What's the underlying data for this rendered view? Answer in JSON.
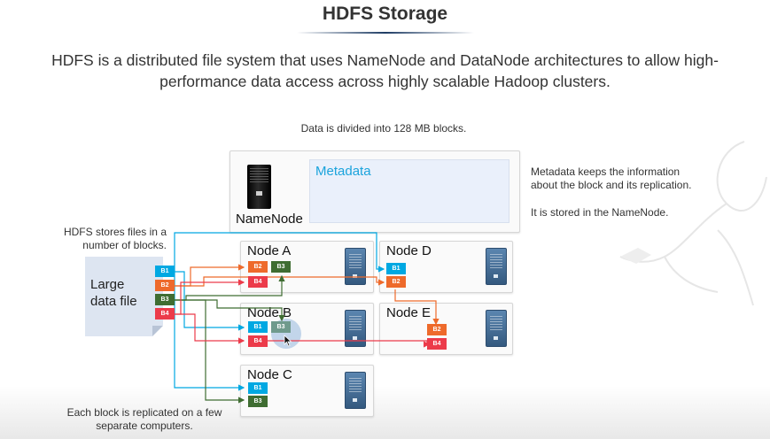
{
  "title": "HDFS Storage",
  "subtitle": "HDFS is a distributed file system that uses NameNode and DataNode architectures to allow high-performance data access across highly scalable Hadoop clusters.",
  "notes": {
    "blocks": "Data is divided into 128 MB blocks.",
    "metadata": "Metadata keeps the information about the block and its replication.",
    "stored": "It is stored in the NameNode.",
    "stores": "HDFS stores files in a number of blocks.",
    "replicated": "Each block is replicated on a few separate computers."
  },
  "namenode": {
    "label": "NameNode",
    "metadata_label": "Metadata"
  },
  "file": {
    "label": "Large data file",
    "blocks": [
      "B1",
      "B2",
      "B3",
      "B4"
    ]
  },
  "nodes": {
    "a": {
      "label": "Node A",
      "blocks": [
        "B2",
        "B3",
        "B4"
      ]
    },
    "b": {
      "label": "Node B",
      "blocks": [
        "B1",
        "B3",
        "B4"
      ]
    },
    "c": {
      "label": "Node C",
      "blocks": [
        "B1",
        "B3"
      ]
    },
    "d": {
      "label": "Node D",
      "blocks": [
        "B1",
        "B2"
      ]
    },
    "e": {
      "label": "Node E",
      "blocks": [
        "B2",
        "B4"
      ]
    }
  },
  "colors": {
    "B1": "#00a8e2",
    "B2": "#ee6a2b",
    "B3": "#3f6d32",
    "B4": "#ec3b4a",
    "title_underline": "#1e3c64",
    "metadata_text": "#1aa3dc"
  }
}
